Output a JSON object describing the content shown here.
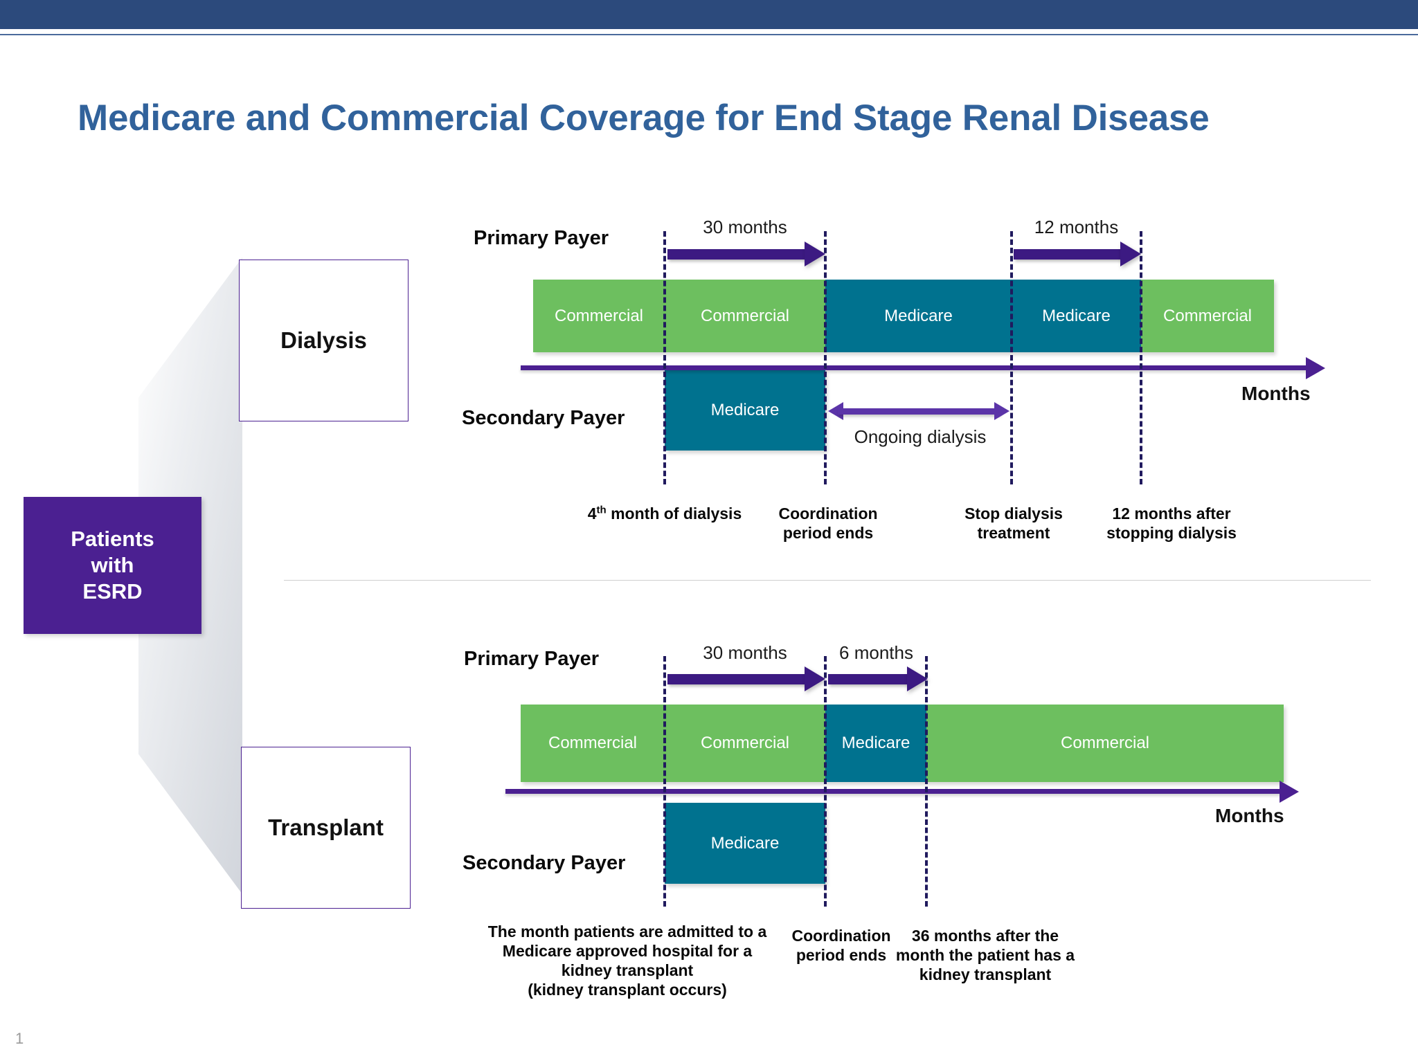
{
  "slide": {
    "title": "Medicare and Commercial Coverage for End Stage Renal Disease",
    "page_number": "1",
    "colors": {
      "header_band": "#2c4a7c",
      "title_text": "#31629b",
      "commercial": "#6dbf5f",
      "medicare": "#00728f",
      "accent_purple": "#4b2091",
      "arrow_purple": "#3c1a82"
    }
  },
  "source_box": {
    "line1": "Patients",
    "line2": "with",
    "line3": "ESRD"
  },
  "categories": [
    {
      "label": "Dialysis"
    },
    {
      "label": "Transplant"
    }
  ],
  "dialysis": {
    "primary_payer_label": "Primary Payer",
    "secondary_payer_label": "Secondary Payer",
    "axis_label": "Months",
    "primary_segments": [
      {
        "label": "Commercial",
        "payer": "commercial"
      },
      {
        "label": "Commercial",
        "payer": "commercial"
      },
      {
        "label": "Medicare",
        "payer": "medicare"
      },
      {
        "label": "Medicare",
        "payer": "medicare"
      },
      {
        "label": "Commercial",
        "payer": "commercial"
      }
    ],
    "secondary_segments": [
      {
        "label": "Medicare",
        "payer": "medicare"
      }
    ],
    "measure_arrows": [
      {
        "label": "30 months"
      },
      {
        "label": "12 months"
      }
    ],
    "ongoing_label": "Ongoing dialysis",
    "tick_labels": [
      {
        "html": "4<sup>th</sup> month of dialysis"
      },
      {
        "html": "Coordination<br>period ends"
      },
      {
        "html": "Stop dialysis<br>treatment"
      },
      {
        "html": "12 months after<br>stopping dialysis"
      }
    ]
  },
  "transplant": {
    "primary_payer_label": "Primary Payer",
    "secondary_payer_label": "Secondary Payer",
    "axis_label": "Months",
    "primary_segments": [
      {
        "label": "Commercial",
        "payer": "commercial"
      },
      {
        "label": "Commercial",
        "payer": "commercial"
      },
      {
        "label": "Medicare",
        "payer": "medicare"
      },
      {
        "label": "Commercial",
        "payer": "commercial"
      }
    ],
    "secondary_segments": [
      {
        "label": "Medicare",
        "payer": "medicare"
      }
    ],
    "measure_arrows": [
      {
        "label": "30 months"
      },
      {
        "label": "6 months"
      }
    ],
    "tick_labels": [
      {
        "html": "The month patients are admitted to a<br>Medicare approved hospital for a<br>kidney transplant<br>(kidney transplant occurs)"
      },
      {
        "html": "Coordination<br>period ends"
      },
      {
        "html": "36 months after the<br>month the patient has a<br>kidney transplant"
      }
    ]
  }
}
